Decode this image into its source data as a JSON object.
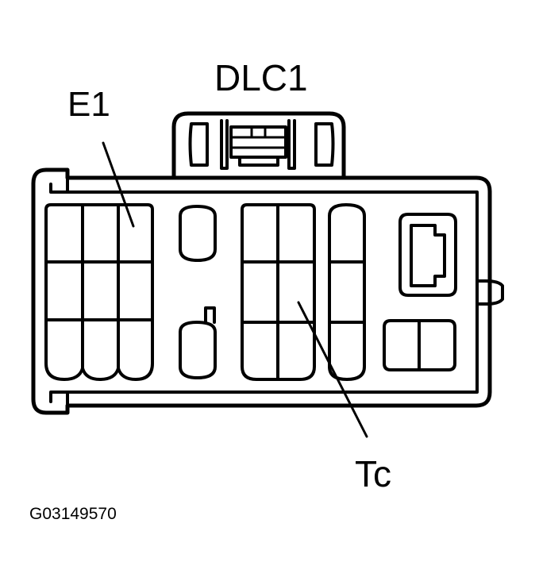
{
  "figure": {
    "title": "DLC1",
    "figure_id": "G03149570",
    "colors": {
      "line": "#000000",
      "background": "#ffffff"
    }
  },
  "callouts": [
    {
      "label": "E1",
      "target": "E1 terminal"
    },
    {
      "label": "Tc",
      "target": "Tc terminal"
    }
  ]
}
